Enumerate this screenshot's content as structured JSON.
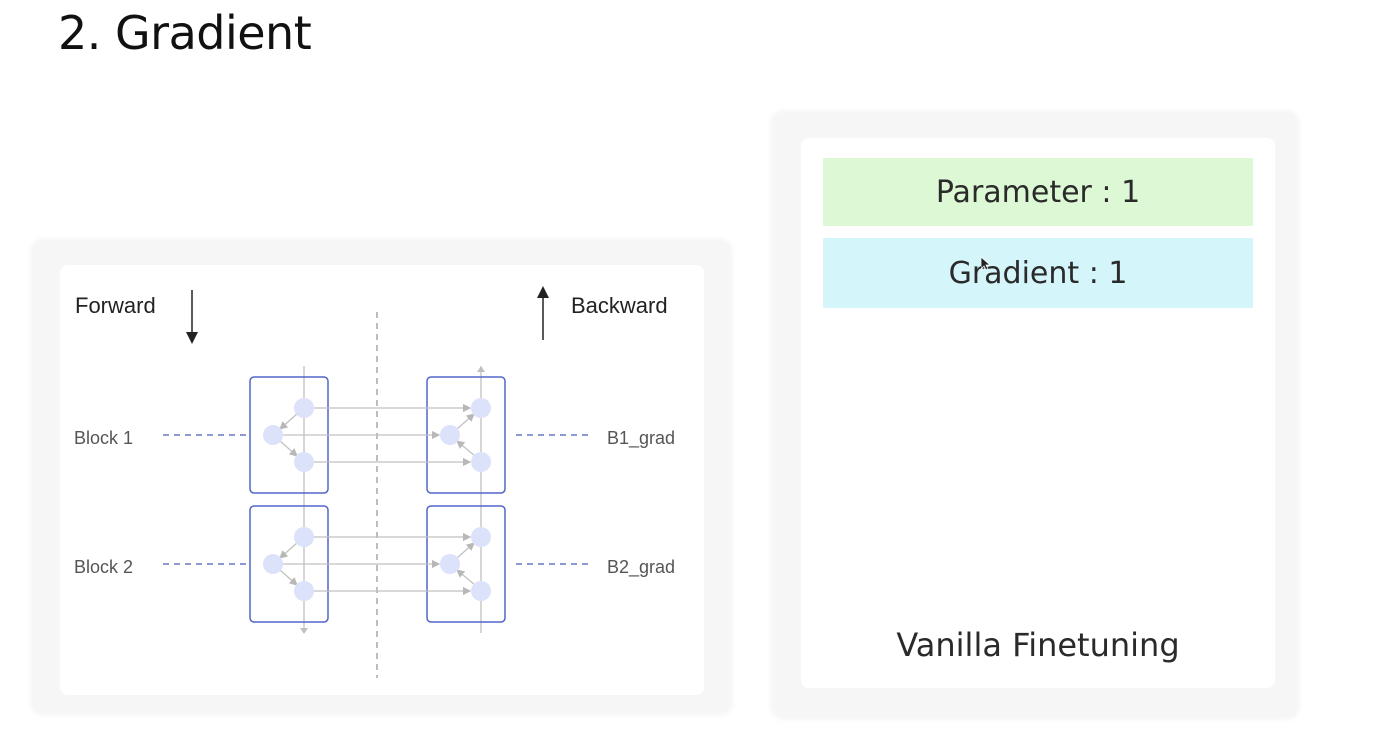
{
  "slide": {
    "title": "2. Gradient"
  },
  "diagram": {
    "forward_label": "Forward",
    "backward_label": "Backward",
    "blocks": [
      {
        "label": "Block 1",
        "grad_label": "B1_grad"
      },
      {
        "label": "Block 2",
        "grad_label": "B2_grad"
      }
    ]
  },
  "summary": {
    "parameter_label": "Parameter : 1",
    "gradient_label": "Gradient : 1",
    "caption": "Vanilla Finetuning"
  },
  "colors": {
    "parameter_bg": "#dcf8d4",
    "gradient_bg": "#d4f5fa",
    "block_border": "#5066c8",
    "node_fill": "#dde2fb",
    "dashed_link": "#4a5ab8"
  }
}
